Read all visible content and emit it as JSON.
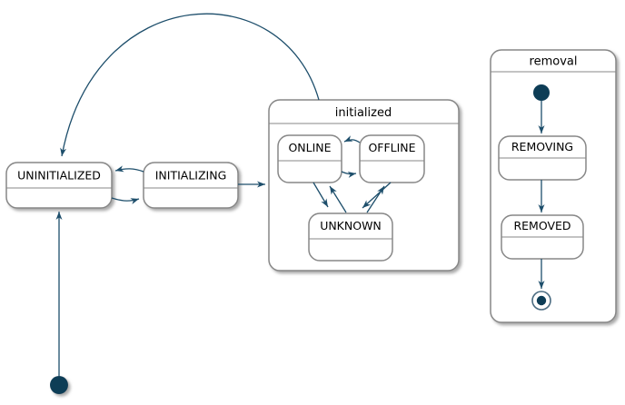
{
  "diagram": {
    "type": "state-machine",
    "states": {
      "uninitialized": {
        "label": "UNINITIALIZED"
      },
      "initializing": {
        "label": "INITIALIZING"
      },
      "initialized": {
        "label": "initialized"
      },
      "online": {
        "label": "ONLINE"
      },
      "offline": {
        "label": "OFFLINE"
      },
      "unknown": {
        "label": "UNKNOWN"
      },
      "removal": {
        "label": "removal"
      },
      "removing": {
        "label": "REMOVING"
      },
      "removed": {
        "label": "REMOVED"
      }
    },
    "pseudostates": {
      "main_initial": "initial-state",
      "removal_initial": "initial-state",
      "removal_final": "final-state"
    },
    "transitions": [
      {
        "from": "initial",
        "to": "UNINITIALIZED"
      },
      {
        "from": "UNINITIALIZED",
        "to": "INITIALIZING"
      },
      {
        "from": "INITIALIZING",
        "to": "UNINITIALIZED"
      },
      {
        "from": "INITIALIZING",
        "to": "initialized"
      },
      {
        "from": "initialized",
        "to": "UNINITIALIZED"
      },
      {
        "from": "OFFLINE",
        "to": "ONLINE"
      },
      {
        "from": "ONLINE",
        "to": "OFFLINE"
      },
      {
        "from": "ONLINE",
        "to": "UNKNOWN"
      },
      {
        "from": "UNKNOWN",
        "to": "ONLINE"
      },
      {
        "from": "OFFLINE",
        "to": "UNKNOWN"
      },
      {
        "from": "UNKNOWN",
        "to": "OFFLINE"
      },
      {
        "from": "removal.initial",
        "to": "REMOVING"
      },
      {
        "from": "REMOVING",
        "to": "REMOVED"
      },
      {
        "from": "REMOVED",
        "to": "removal.final"
      }
    ],
    "colors": {
      "edge": "#1d4e6b",
      "pseudostate_fill": "#0e3c57",
      "state_border": "#878787",
      "state_fill": "#ffffff",
      "text": "#000000",
      "background": "#ffffff"
    }
  }
}
